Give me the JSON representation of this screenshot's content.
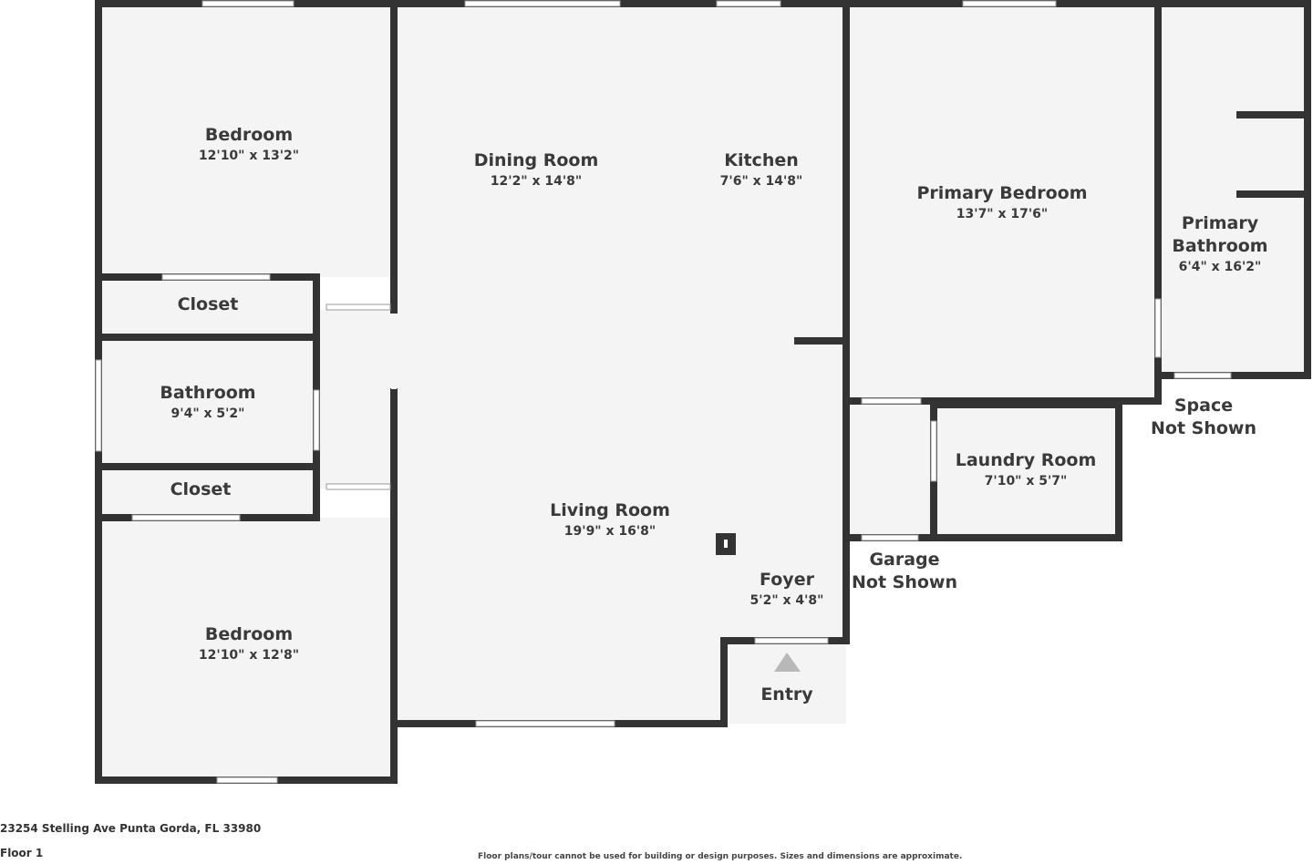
{
  "rooms": {
    "bedroom_top": {
      "name": "Bedroom",
      "dims": "12'10\" x 13'2\""
    },
    "closet_top": {
      "name": "Closet"
    },
    "bathroom": {
      "name": "Bathroom",
      "dims": "9'4\" x 5'2\""
    },
    "closet_bottom": {
      "name": "Closet"
    },
    "bedroom_bottom": {
      "name": "Bedroom",
      "dims": "12'10\" x 12'8\""
    },
    "dining_room": {
      "name": "Dining Room",
      "dims": "12'2\" x 14'8\""
    },
    "kitchen": {
      "name": "Kitchen",
      "dims": "7'6\" x 14'8\""
    },
    "living_room": {
      "name": "Living Room",
      "dims": "19'9\" x 16'8\""
    },
    "foyer": {
      "name": "Foyer",
      "dims": "5'2\" x 4'8\""
    },
    "primary_bedroom": {
      "name": "Primary Bedroom",
      "dims": "13'7\" x 17'6\""
    },
    "primary_bathroom": {
      "name_line1": "Primary",
      "name_line2": "Bathroom",
      "dims": "6'4\" x 16'2\""
    },
    "laundry_room": {
      "name": "Laundry Room",
      "dims": "7'10\" x 5'7\""
    }
  },
  "exterior": {
    "space_not_shown": {
      "line1": "Space",
      "line2": "Not Shown"
    },
    "garage_not_shown": {
      "line1": "Garage",
      "line2": "Not Shown"
    },
    "entry": "Entry"
  },
  "footer": {
    "address": "23254 Stelling Ave Punta Gorda, FL 33980",
    "floor": "Floor 1",
    "disclaimer": "Floor plans/tour cannot be used for building or design purposes. Sizes and dimensions are approximate."
  },
  "colors": {
    "wall": "#333333",
    "floor": "#f4f4f4",
    "window": "#ffffff",
    "entry_marker": "#b8b8b8"
  }
}
